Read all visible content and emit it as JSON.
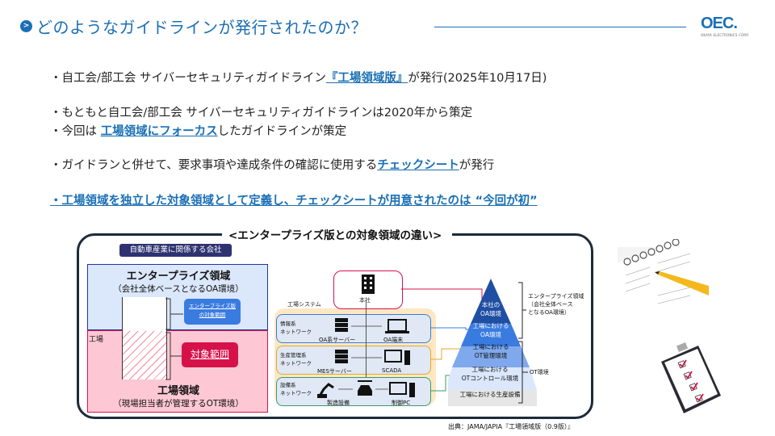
{
  "header": {
    "bullet_glyph": ">",
    "title": "どのようなガイドラインが発行されたのか？",
    "logo": {
      "mark": "OEC.",
      "subtitle": "OKAYA ELECTRONICS CORP."
    }
  },
  "bullets": [
    {
      "prefix": "・自工会/部工会 サイバーセキュリティガイドライン",
      "link": "『工場領域版』",
      "suffix": "が発行(2025年10月17日)"
    },
    {
      "prefix": "・もともと自工会/部工会 サイバーセキュリティガイドラインは2020年から策定",
      "link": "",
      "suffix": ""
    },
    {
      "prefix": "・今回は ",
      "link": "工場領域にフォーカス",
      "suffix": "したガイドラインが策定"
    },
    {
      "prefix": "・ガイドランと併せて、要求事項や達成条件の確認に使用する",
      "link": "チェックシート",
      "suffix": "が発行"
    },
    {
      "prefix": "・",
      "link": "工場領域を独立した対象領域として定義し、チェックシートが用意されたのは “今回が初”",
      "suffix": ""
    }
  ],
  "diagram": {
    "title": "<エンタープライズ版との対象領域の違い>",
    "company_label": "自動車産業に関係する会社",
    "enterprise": {
      "title": "エンタープライズ領域",
      "subtitle": "（会社全体ベースとなるOA環境）",
      "scope_line1": "エンタープライズ版",
      "scope_line2": "の対象範囲"
    },
    "factory": {
      "title": "工場領域",
      "subtitle": "（現場担当者が管理するOT環境）",
      "scope": "対象範囲",
      "side_label": "工場"
    },
    "system": {
      "hq": "本社",
      "factory_system": "工場システム",
      "networks": [
        {
          "name_line1": "情報系",
          "name_line2": "ネットワーク",
          "devices": [
            "OA系サーバー",
            "OA端末"
          ]
        },
        {
          "name_line1": "生産管理系",
          "name_line2": "ネットワーク",
          "devices": [
            "MESサーバー",
            "SCADA"
          ]
        },
        {
          "name_line1": "設備系",
          "name_line2": "ネットワーク",
          "devices": [
            "製造設備",
            "制御PC"
          ]
        }
      ]
    },
    "pyramid": {
      "levels": [
        {
          "line1": "本社の",
          "line2": "OA環境",
          "color": "#1f4fa3"
        },
        {
          "line1": "工場における",
          "line2": "OA環境",
          "color": "#3a7be0"
        },
        {
          "line1": "工場における",
          "line2": "OT管理環境",
          "color": "#7fa9ec"
        },
        {
          "line1": "工場における",
          "line2": "OTコントロール環境",
          "color": "#dbe7fb"
        },
        {
          "line1": "工場における生産設備",
          "line2": "",
          "color": "#e6e6e6"
        }
      ],
      "enterprise_bracket": [
        "エンタープライズ領域",
        "（会社全体ベース",
        "となるOA環境）"
      ],
      "ot_bracket": "OT環境"
    },
    "source": "出典：JAMA/JAPIA『工場領域版（0.9版）』"
  },
  "images": {
    "notebook": "notebook-with-pencil",
    "clipboard": "checklist-clipboard"
  },
  "colors": {
    "accent": "#1a6fb5",
    "enterprise": "#dbe7fb",
    "factory": "#fdc8d4",
    "target": "#d6114a"
  }
}
